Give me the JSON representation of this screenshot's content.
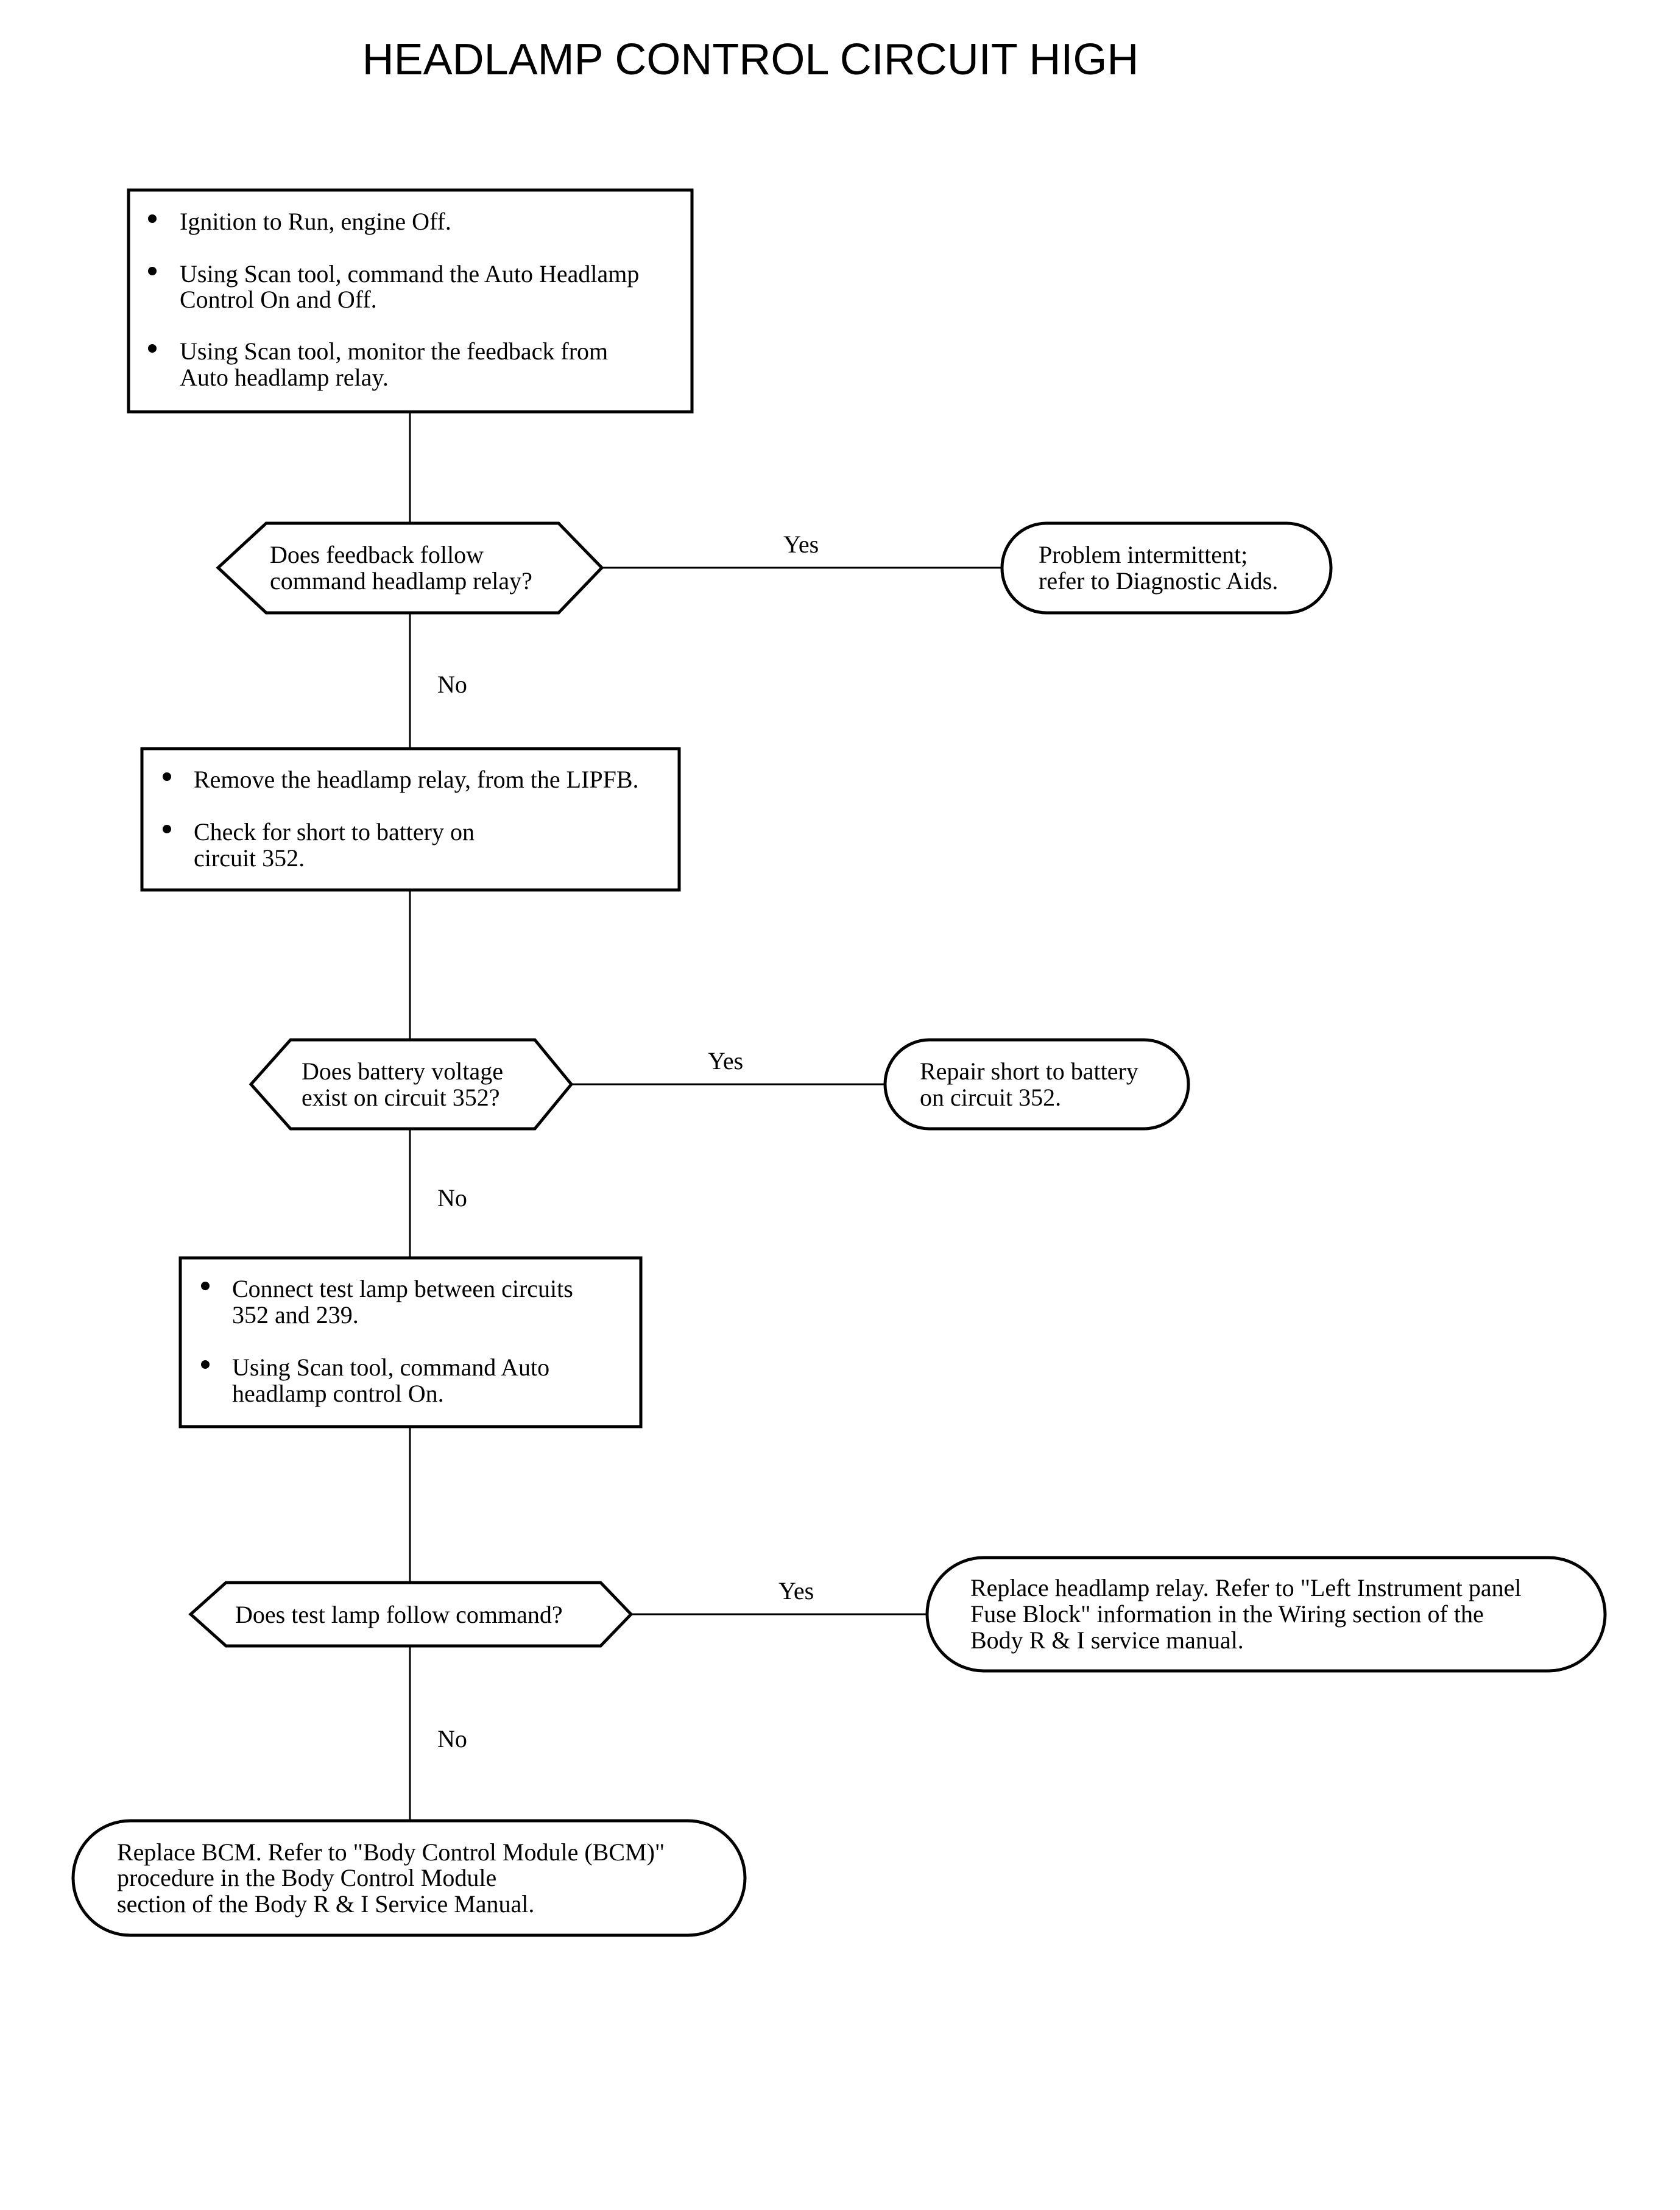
{
  "title": "HEADLAMP CONTROL CIRCUIT HIGH",
  "steps": {
    "step1": {
      "bullets": [
        [
          "Ignition to Run, engine Off."
        ],
        [
          "Using Scan tool, command the Auto Headlamp",
          "Control On and Off."
        ],
        [
          "Using Scan tool, monitor the feedback from",
          "Auto headlamp relay."
        ]
      ]
    },
    "decision1": {
      "lines": [
        "Does feedback follow",
        "command headlamp relay?"
      ]
    },
    "result1": {
      "lines": [
        "Problem intermittent;",
        "refer to Diagnostic Aids."
      ]
    },
    "step2": {
      "bullets": [
        [
          "Remove the headlamp relay, from the LIPFB."
        ],
        [
          "Check for short to battery on",
          "circuit 352."
        ]
      ]
    },
    "decision2": {
      "lines": [
        "Does battery voltage",
        "exist on circuit 352?"
      ]
    },
    "result2": {
      "lines": [
        "Repair short to battery",
        "on circuit 352."
      ]
    },
    "step3": {
      "bullets": [
        [
          "Connect test lamp between circuits",
          "352 and 239."
        ],
        [
          "Using Scan tool, command Auto",
          "headlamp control On."
        ]
      ]
    },
    "decision3": {
      "lines": [
        "Does test lamp follow command?"
      ]
    },
    "result3": {
      "lines": [
        "Replace headlamp relay. Refer to \"Left Instrument panel",
        "Fuse Block\" information in the Wiring section of the",
        "Body R & I service manual."
      ]
    },
    "final": {
      "lines": [
        "Replace BCM. Refer to \"Body Control Module (BCM)\"",
        "procedure in the Body Control Module",
        "section of the Body R & I Service Manual."
      ]
    }
  },
  "labels": {
    "yes1": "Yes",
    "no1": "No",
    "yes2": "Yes",
    "no2": "No",
    "yes3": "Yes",
    "no3": "No"
  }
}
